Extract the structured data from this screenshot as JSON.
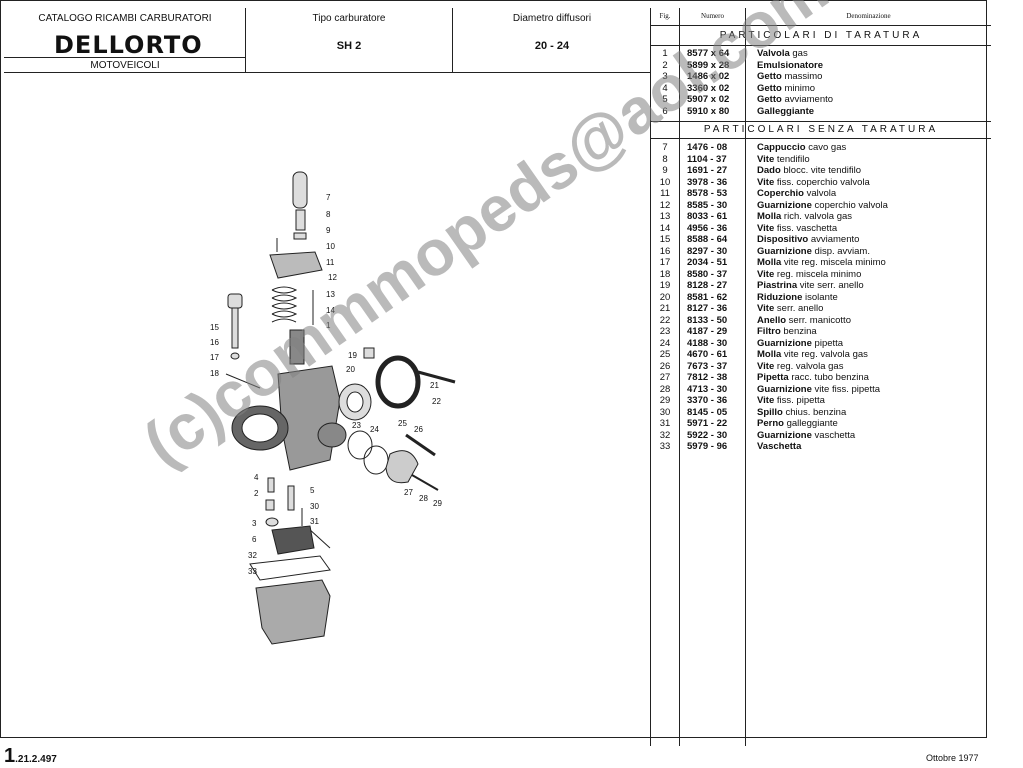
{
  "header": {
    "catalog_title": "CATALOGO RICAMBI CARBURATORI",
    "brand": "DELLORTO",
    "subtitle": "MOTOVEICOLI",
    "tipo_label": "Tipo carburatore",
    "tipo_value": "SH 2",
    "diametro_label": "Diametro diffusori",
    "diametro_value": "20 - 24"
  },
  "table": {
    "col_fig": "Fig.",
    "col_numero": "Numero",
    "col_denominazione": "Denominazione",
    "section1": "PARTICOLARI DI TARATURA",
    "section2": "PARTICOLARI SENZA TARATURA",
    "section1_rows": [
      {
        "fig": "1",
        "num": "8577 x 64",
        "den_b": "Valvola",
        "den": " gas"
      },
      {
        "fig": "2",
        "num": "5899 x 28",
        "den_b": "Emulsionatore",
        "den": ""
      },
      {
        "fig": "3",
        "num": "1486 x 02",
        "den_b": "Getto",
        "den": " massimo"
      },
      {
        "fig": "4",
        "num": "3360 x 02",
        "den_b": "Getto",
        "den": " minimo"
      },
      {
        "fig": "5",
        "num": "5907 x 02",
        "den_b": "Getto",
        "den": " avviamento"
      },
      {
        "fig": "6",
        "num": "5910 x 80",
        "den_b": "Galleggiante",
        "den": ""
      }
    ],
    "section2_rows": [
      {
        "fig": "7",
        "num": "1476 - 08",
        "den_b": "Cappuccio",
        "den": " cavo gas"
      },
      {
        "fig": "8",
        "num": "1104 - 37",
        "den_b": "Vite",
        "den": " tendifilo"
      },
      {
        "fig": "9",
        "num": "1691 - 27",
        "den_b": "Dado",
        "den": " blocc. vite tendifilo"
      },
      {
        "fig": "10",
        "num": "3978 - 36",
        "den_b": "Vite",
        "den": " fiss. coperchio valvola"
      },
      {
        "fig": "11",
        "num": "8578 - 53",
        "den_b": "Coperchio",
        "den": " valvola"
      },
      {
        "fig": "12",
        "num": "8585 - 30",
        "den_b": "Guarnizione",
        "den": " coperchio valvola"
      },
      {
        "fig": "13",
        "num": "8033 - 61",
        "den_b": "Molla",
        "den": " rich. valvola gas"
      },
      {
        "fig": "14",
        "num": "4956 - 36",
        "den_b": "Vite",
        "den": " fiss. vaschetta"
      },
      {
        "fig": "15",
        "num": "8588 - 64",
        "den_b": "Dispositivo",
        "den": " avviamento"
      },
      {
        "fig": "16",
        "num": "8297 - 30",
        "den_b": "Guarnizione",
        "den": " disp. avviam."
      },
      {
        "fig": "17",
        "num": "2034 - 51",
        "den_b": "Molla",
        "den": " vite reg. miscela minimo"
      },
      {
        "fig": "18",
        "num": "8580 - 37",
        "den_b": "Vite",
        "den": " reg. miscela minimo"
      },
      {
        "fig": "19",
        "num": "8128 - 27",
        "den_b": "Piastrina",
        "den": " vite serr. anello"
      },
      {
        "fig": "20",
        "num": "8581 - 62",
        "den_b": "Riduzione",
        "den": " isolante"
      },
      {
        "fig": "21",
        "num": "8127 - 36",
        "den_b": "Vite",
        "den": " serr. anello"
      },
      {
        "fig": "22",
        "num": "8133 - 50",
        "den_b": "Anello",
        "den": " serr. manicotto"
      },
      {
        "fig": "23",
        "num": "4187 - 29",
        "den_b": "Filtro",
        "den": " benzina"
      },
      {
        "fig": "24",
        "num": "4188 - 30",
        "den_b": "Guarnizione",
        "den": " pipetta"
      },
      {
        "fig": "25",
        "num": "4670 - 61",
        "den_b": "Molla",
        "den": " vite reg. valvola gas"
      },
      {
        "fig": "26",
        "num": "7673 - 37",
        "den_b": "Vite",
        "den": " reg. valvola gas"
      },
      {
        "fig": "27",
        "num": "7812 - 38",
        "den_b": "Pipetta",
        "den": " racc. tubo benzina"
      },
      {
        "fig": "28",
        "num": "4713 - 30",
        "den_b": "Guarnizione",
        "den": " vite fiss. pipetta"
      },
      {
        "fig": "29",
        "num": "3370 - 36",
        "den_b": "Vite",
        "den": " fiss. pipetta"
      },
      {
        "fig": "30",
        "num": "8145 - 05",
        "den_b": "Spillo",
        "den": " chius. benzina"
      },
      {
        "fig": "31",
        "num": "5971 - 22",
        "den_b": "Perno",
        "den": " galleggiante"
      },
      {
        "fig": "32",
        "num": "5922 - 30",
        "den_b": "Guarnizione",
        "den": " vaschetta"
      },
      {
        "fig": "33",
        "num": "5979 - 96",
        "den_b": "Vaschetta",
        "den": ""
      }
    ]
  },
  "footer": {
    "code_big": "1",
    "code_small": ".21.2.497",
    "date": "Ottobre 1977"
  },
  "watermark": "(c)commmopeds@aol.com"
}
